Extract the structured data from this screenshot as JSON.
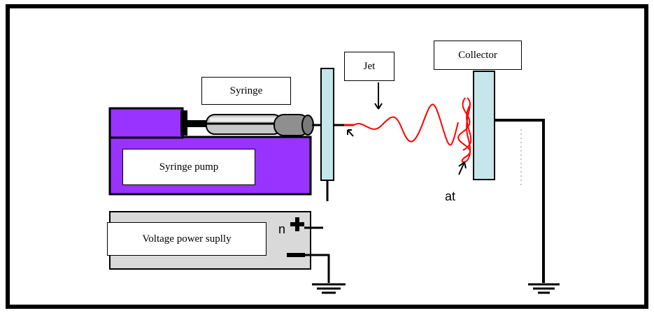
{
  "diagram": {
    "labels": {
      "jet": "Jet",
      "collector": "Collector",
      "syringe": "Syringe",
      "syringe_pump": "Syringe pump",
      "voltage_supply": "Voltage power suplly"
    },
    "fragments": {
      "at": "at",
      "n": "n"
    },
    "colors": {
      "pump_purple": "#9933ff",
      "collector_cyan": "#c5e6ea",
      "jet_red": "#ff0000",
      "syringe_gray": "#a9a9a9",
      "supply_gray": "#d9d9d9"
    }
  }
}
